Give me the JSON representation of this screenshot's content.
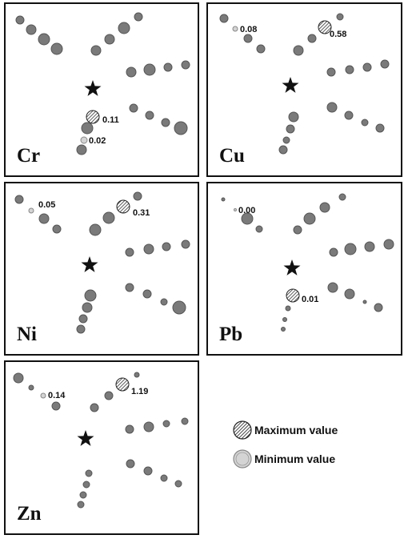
{
  "panels": [
    {
      "id": "cr",
      "label": "Cr",
      "max": {
        "value": "0.11",
        "label": "0.11"
      },
      "min": {
        "value": "0.02",
        "label": "0.02"
      }
    },
    {
      "id": "cu",
      "label": "Cu",
      "max": {
        "value": "0.58",
        "label": "0.58"
      },
      "min": {
        "value": "0.08",
        "label": "0.08"
      }
    },
    {
      "id": "ni",
      "label": "Ni",
      "max": {
        "value": "0.31",
        "label": "0.31"
      },
      "min": {
        "value": "0.05",
        "label": "0.05"
      }
    },
    {
      "id": "pb",
      "label": "Pb",
      "max": {
        "value": "0.01",
        "label": "0.01"
      },
      "min": {
        "value": "0.00",
        "label": "0.00"
      }
    },
    {
      "id": "zn",
      "label": "Zn",
      "max": {
        "value": "1.19",
        "label": "1.19"
      },
      "min": {
        "value": "0.14",
        "label": "0.14"
      }
    }
  ],
  "legend": {
    "max_label": "Maximum value",
    "min_label": "Minimum value"
  },
  "colors": {
    "point_fill": "#7a7a7a",
    "min_fill": "#d4d4d4",
    "hatch": "#333333",
    "star": "#111111"
  }
}
